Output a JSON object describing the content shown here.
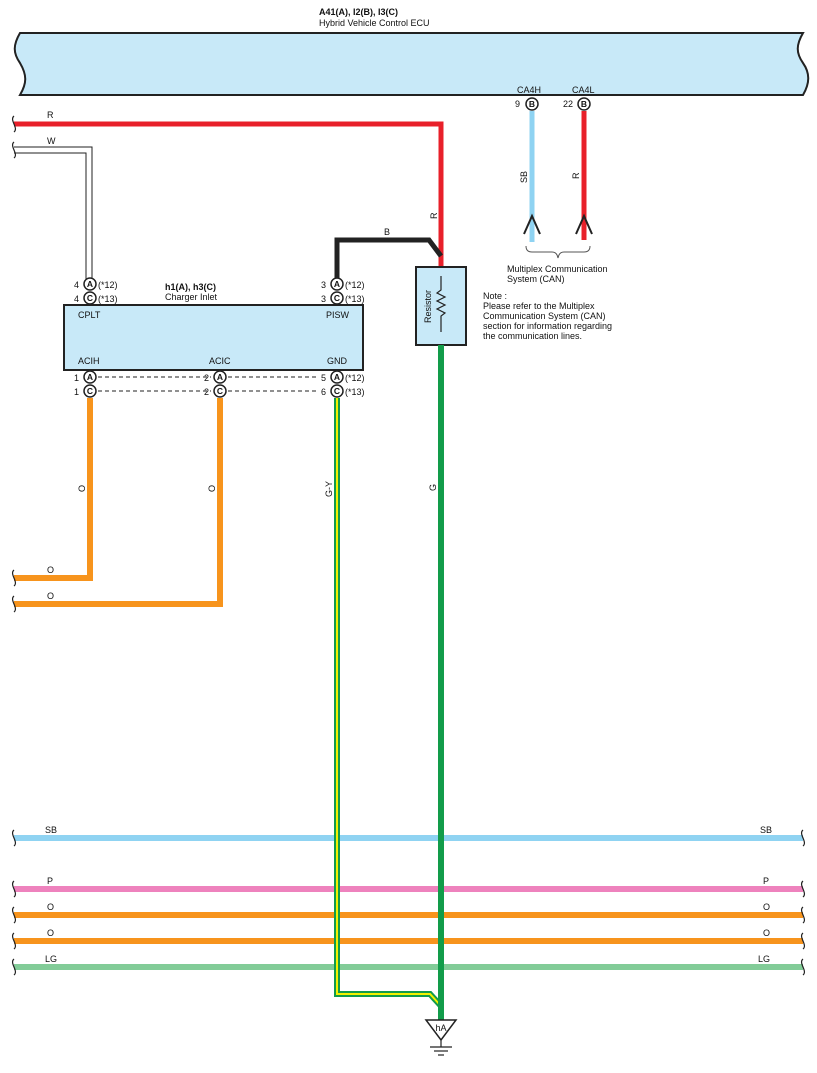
{
  "colors": {
    "R": "#e8202a",
    "W": "#ffffff",
    "B": "#222222",
    "SB": "#8fd3f2",
    "O": "#f7941d",
    "G": "#129c4a",
    "GY_G": "#129c4a",
    "GY_Y": "#f2f200",
    "P": "#ee82bd",
    "LG": "#82cc98",
    "ecu_fill": "#c8e9f8",
    "component_fill": "#c8e9f8"
  },
  "ecu": {
    "title": "A41(A), I2(B), I3(C)",
    "name": "Hybrid Vehicle Control ECU",
    "pins": [
      {
        "num": "9",
        "conn": "B",
        "label": "CA4H",
        "wire": "SB"
      },
      {
        "num": "22",
        "conn": "B",
        "label": "CA4L",
        "wire": "R"
      }
    ]
  },
  "can_bus": {
    "label": "Multiplex Communication System (CAN)",
    "label_line1": "Multiplex Communication",
    "label_line2": "System (CAN)"
  },
  "note": {
    "title": "Note :",
    "lines": [
      "Please refer to the Multiplex",
      "Communication System (CAN)",
      "section for information regarding",
      "the communication lines."
    ]
  },
  "charger_inlet": {
    "title": "h1(A), h3(C)",
    "name": "Charger Inlet",
    "pin_labels": {
      "cplt": "CPLT",
      "pisw": "PISW",
      "acih": "ACIH",
      "acic": "ACIC",
      "gnd": "GND"
    },
    "top_left_pins": [
      {
        "num": "4",
        "conn": "A",
        "note": "(*12)"
      },
      {
        "num": "4",
        "conn": "C",
        "note": "(*13)"
      }
    ],
    "top_right_pins": [
      {
        "num": "3",
        "conn": "A",
        "note": "(*12)"
      },
      {
        "num": "3",
        "conn": "C",
        "note": "(*13)"
      }
    ],
    "bottom_left_pins": [
      {
        "num": "1",
        "conn": "A"
      },
      {
        "num": "1",
        "conn": "C"
      }
    ],
    "bottom_mid_pins": [
      {
        "num": "2",
        "conn": "A"
      },
      {
        "num": "2",
        "conn": "C"
      }
    ],
    "bottom_right_pins": [
      {
        "num": "5",
        "conn": "A",
        "note": "(*12)"
      },
      {
        "num": "6",
        "conn": "C",
        "note": "(*13)"
      }
    ]
  },
  "resistor": {
    "label": "Resistor"
  },
  "ground": {
    "label": "hA"
  },
  "wire_labels": {
    "r_top": "R",
    "w_top": "W",
    "r_vertical": "R",
    "b_wire": "B",
    "sb_can": "SB",
    "r_can": "R",
    "o_left_vertical": "O",
    "o_mid_vertical": "O",
    "gy_vertical": "G-Y",
    "g_vertical": "G",
    "o_left_horizontal": "O",
    "o_mid_horizontal": "O"
  },
  "bus_lines": [
    {
      "color_code": "SB",
      "left_label": "SB",
      "right_label": "SB"
    },
    {
      "color_code": "P",
      "left_label": "P",
      "right_label": "P"
    },
    {
      "color_code": "O",
      "left_label": "O",
      "right_label": "O"
    },
    {
      "color_code": "O",
      "left_label": "O",
      "right_label": "O"
    },
    {
      "color_code": "LG",
      "left_label": "LG",
      "right_label": "LG"
    }
  ]
}
